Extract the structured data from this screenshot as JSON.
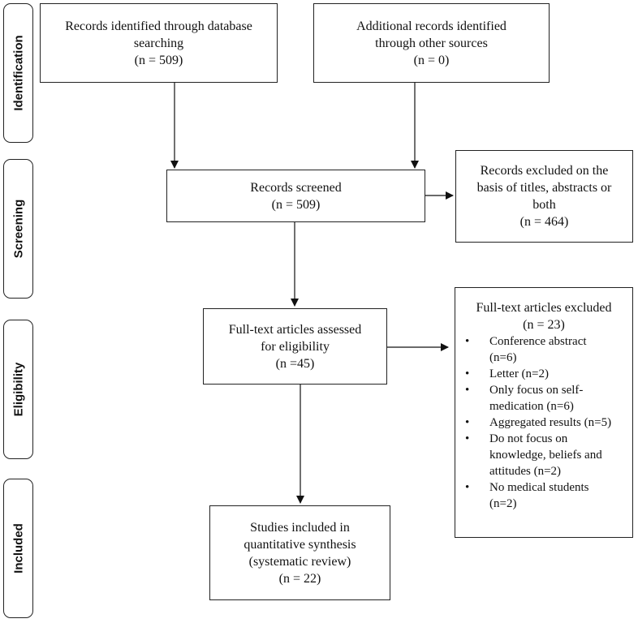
{
  "stages": {
    "identification": "Identification",
    "screening": "Screening",
    "eligibility": "Eligibility",
    "included": "Included"
  },
  "boxes": {
    "database": {
      "line1": "Records identified through database",
      "line2": "searching",
      "line3": "(n = 509)"
    },
    "other": {
      "line1": "Additional records identified",
      "line2": "through other sources",
      "line3": "(n = 0)"
    },
    "screened": {
      "line1": "Records screened",
      "line2": "(n = 509)"
    },
    "excluded_screen": {
      "line1": "Records excluded on the",
      "line2": "basis of titles, abstracts or",
      "line3": "both",
      "line4": "(n = 464)"
    },
    "fulltext": {
      "line1": "Full-text articles assessed",
      "line2": "for eligibility",
      "line3": "(n =45)"
    },
    "excluded_fulltext": {
      "line1": "Full-text articles excluded",
      "line2": "(n = 23)",
      "items": [
        {
          "line1": "Conference abstract",
          "line2": "(n=6)"
        },
        {
          "line1": "Letter (n=2)",
          "line2": ""
        },
        {
          "line1": "Only focus on self-",
          "line2": "medication (n=6)"
        },
        {
          "line1": "Aggregated results (n=5)",
          "line2": ""
        },
        {
          "line1": "Do not focus on",
          "line2": "knowledge, beliefs and",
          "line3": "attitudes (n=2)"
        },
        {
          "line1": "No medical students",
          "line2": "(n=2)"
        }
      ]
    },
    "included": {
      "line1": "Studies included in",
      "line2": "quantitative synthesis",
      "line3": "(systematic review)",
      "line4": "(n = 22)"
    }
  }
}
